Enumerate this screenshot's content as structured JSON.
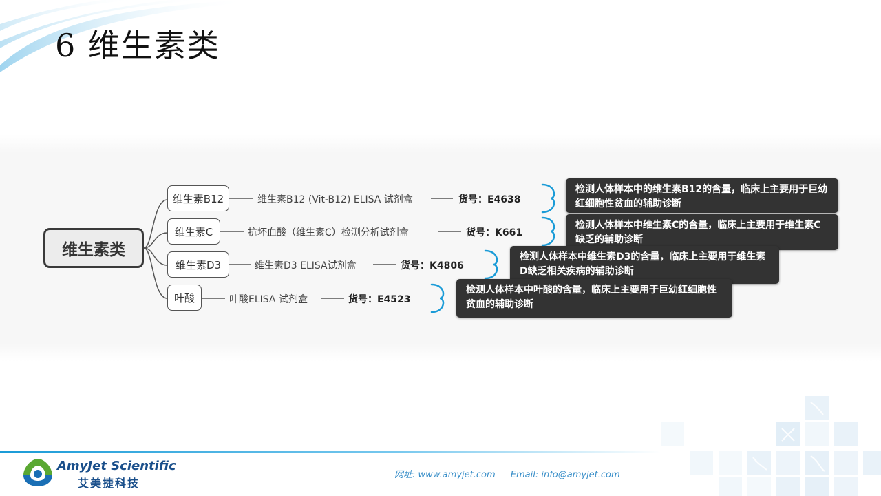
{
  "slide": {
    "title": "6  维生素类"
  },
  "mindmap": {
    "root": "维生素类",
    "branches": [
      {
        "node": "维生素B12",
        "product": "维生素B12 (Vit-B12) ELISA 试剂盒",
        "code": "货号：E4638",
        "description": "检测人体样本中的维生素B12的含量，临床上主要用于巨幼红细胞性贫血的辅助诊断"
      },
      {
        "node": "维生素C",
        "product": "抗坏血酸（维生素C）检测分析试剂盒",
        "code": "货号：K661",
        "description": "检测人体样本中维生素C的含量，临床上主要用于维生素C缺乏的辅助诊断"
      },
      {
        "node": "维生素D3",
        "product": "维生素D3 ELISA试剂盒",
        "code": "货号：K4806",
        "description": "检测人体样本中维生素D3的含量，临床上主要用于维生素D缺乏相关疾病的辅助诊断"
      },
      {
        "node": "叶酸",
        "product": "叶酸ELISA 试剂盒",
        "code": "货号：E4523",
        "description": "检测人体样本中叶酸的含量，临床上主要用于巨幼红细胞性贫血的辅助诊断"
      }
    ]
  },
  "footer": {
    "brand_en": "AmyJet Scientific",
    "brand_cn": "艾美捷科技",
    "website": "网址: www.amyjet.com",
    "email": "Email: info@amyjet.com"
  },
  "colors": {
    "accent": "#1a9bd7",
    "desc_bg": "#333333",
    "brand": "#1a4f8b"
  }
}
